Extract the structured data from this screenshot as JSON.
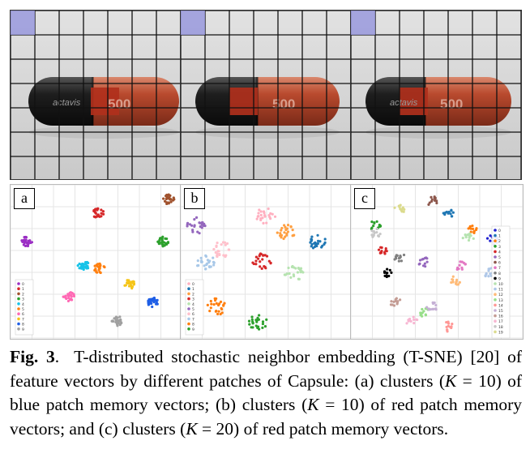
{
  "photos": [
    {
      "imprint": "actavis",
      "number": "500"
    },
    {
      "imprint": "",
      "number": "500"
    },
    {
      "imprint": "actavis",
      "number": "500"
    }
  ],
  "colors": {
    "grid_line": "#111111",
    "highlight": "#9999dd",
    "patch": "#b0301c",
    "capsule_dark": "#1e1e1e",
    "capsule_red": "#b94a2e"
  },
  "panels": [
    {
      "label": "a",
      "k": 10,
      "legend": [
        "0",
        "1",
        "2",
        "3",
        "4",
        "5",
        "6",
        "7",
        "8",
        "9"
      ]
    },
    {
      "label": "b",
      "k": 10,
      "legend": [
        "0",
        "1",
        "2",
        "3",
        "4",
        "5",
        "6",
        "7",
        "8",
        "9"
      ]
    },
    {
      "label": "c",
      "k": 20,
      "legend": [
        "0",
        "1",
        "2",
        "3",
        "4",
        "5",
        "6",
        "7",
        "8",
        "9",
        "10",
        "11",
        "12",
        "13",
        "14",
        "15",
        "16",
        "17",
        "18",
        "19"
      ]
    }
  ],
  "caption": {
    "fig_label": "Fig. 3",
    "sep": ".",
    "text_1": "T-distributed stochastic neighbor embedding (T-SNE) [20] of feature vectors by different patches of Capsule: (a) clusters (",
    "k1_var": "K",
    "k1_val": " = 10",
    "text_2": ") of blue patch memory vectors; (b) clusters (",
    "k2_var": "K",
    "k2_val": " = 10",
    "text_3": ") of red patch memory vectors; and (c) clusters (",
    "k3_var": "K",
    "k3_val": " = 20",
    "text_4": ") of red patch memory vectors."
  }
}
